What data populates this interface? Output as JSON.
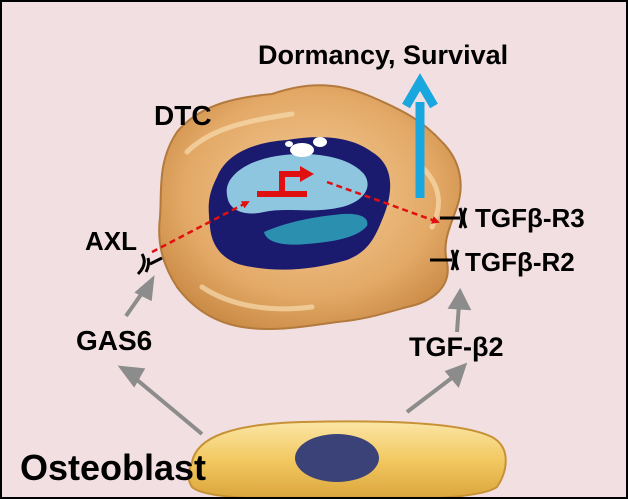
{
  "labels": {
    "outcome": "Dormancy, Survival",
    "cell": "DTC",
    "receptor_left": "AXL",
    "ligand_left": "GAS6",
    "receptor_r3": "TGFβ-R3",
    "receptor_r2": "TGFβ-R2",
    "ligand_right": "TGF-β2",
    "source_cell": "Osteoblast"
  },
  "colors": {
    "background": "#f2dfe1",
    "dtc_cytoplasm": "#e3a866",
    "dtc_nucleus": "#1a1a6e",
    "nucleus_inner": "#8ec6e0",
    "signal_arrows": "#e01010",
    "outcome_arrow": "#1aa7e0",
    "gray_arrows": "#8c8c8c",
    "osteoblast": "#f2c860",
    "osteoblast_nucleus": "#3a4278"
  },
  "icons": [
    "receptor-icon",
    "gene-promoter-arrow-icon"
  ]
}
